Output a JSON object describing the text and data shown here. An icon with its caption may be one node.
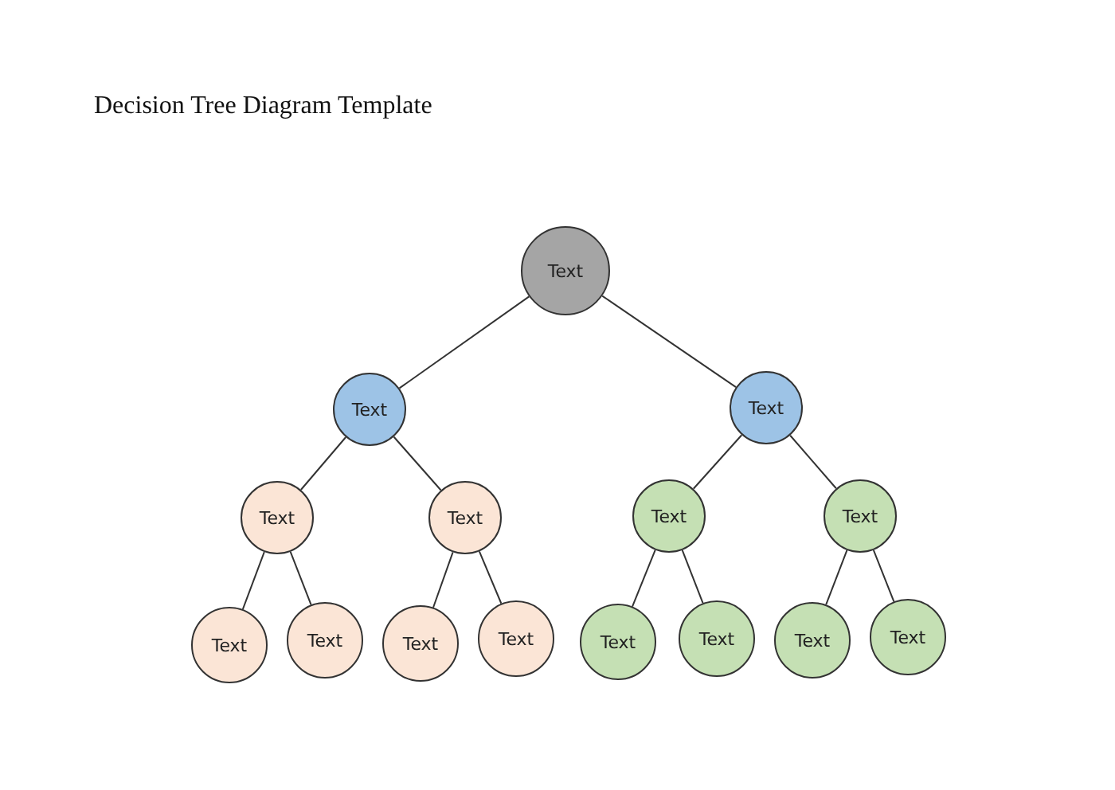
{
  "diagram": {
    "title": "Decision Tree Diagram Template",
    "nodes": [
      {
        "text": [
          "Text"
        ]
      },
      {
        "text": [
          "Text"
        ]
      },
      {
        "text": [
          "Text"
        ]
      },
      {
        "text": [
          "Text"
        ]
      },
      {
        "text": [
          "Text"
        ]
      },
      {
        "text": [
          "Text"
        ]
      },
      {
        "text": [
          "Text"
        ]
      },
      {
        "text": [
          "Text"
        ]
      },
      {
        "text": [
          "Text"
        ]
      },
      {
        "text": [
          "Text"
        ]
      },
      {
        "text": [
          "Text"
        ]
      },
      {
        "text": [
          "Text"
        ]
      },
      {
        "text": [
          "Text"
        ]
      },
      {
        "text": [
          "Text"
        ]
      },
      {
        "text": [
          "Text"
        ]
      }
    ],
    "edges": [
      {
        "from": 0,
        "to": 1,
        "arrow": "none"
      },
      {
        "from": 0,
        "to": 2,
        "arrow": "none"
      },
      {
        "from": 1,
        "to": 3,
        "arrow": "none"
      },
      {
        "from": 1,
        "to": 4,
        "arrow": "none"
      },
      {
        "from": 2,
        "to": 5,
        "arrow": "none"
      },
      {
        "from": 2,
        "to": 6,
        "arrow": "none"
      },
      {
        "from": 3,
        "to": 7,
        "arrow": "none"
      },
      {
        "from": 3,
        "to": 8,
        "arrow": "none"
      },
      {
        "from": 4,
        "to": 9,
        "arrow": "none"
      },
      {
        "from": 4,
        "to": 10,
        "arrow": "none"
      },
      {
        "from": 5,
        "to": 11,
        "arrow": "none"
      },
      {
        "from": 5,
        "to": 12,
        "arrow": "none"
      },
      {
        "from": 6,
        "to": 13,
        "arrow": "none"
      },
      {
        "from": 6,
        "to": 14,
        "arrow": "none"
      }
    ]
  }
}
